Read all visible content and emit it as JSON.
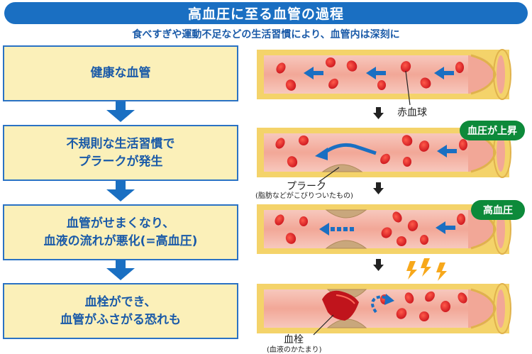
{
  "header": {
    "title": "高血圧に至る血管の過程",
    "subtitle": "食べすぎや運動不足などの生活習慣により、血管内は深刻に"
  },
  "stages": [
    {
      "label": "健康な血管"
    },
    {
      "label": "不規則な生活習慣で\nプラークが発生"
    },
    {
      "label": "血管がせまくなり、\n血液の流れが悪化(=高血圧)"
    },
    {
      "label": "血栓ができ、\n血管がふさがる恐れも"
    }
  ],
  "annotations": {
    "red_blood_cell": "赤血球",
    "plaque": "プラーク",
    "plaque_note": "(脂肪などがこびりついたもの)",
    "thrombus": "血栓",
    "thrombus_note": "(血液のかたまり)"
  },
  "badges": {
    "rising": "血圧が上昇",
    "high": "高血圧"
  },
  "colors": {
    "banner": "#1a6fc2",
    "stage_fill": "#fbf0b9",
    "stage_border": "#2a72c4",
    "arrow_blue": "#1a6fc2",
    "vessel_wall": "#f4d36a",
    "vessel_lumen": "#f6b9ad",
    "blood_cell": "#d81e1e",
    "plaque": "#c9a77c",
    "thrombus": "#c0141c",
    "badge_green": "#0d8a3a",
    "lightning": "#f7a81b"
  }
}
